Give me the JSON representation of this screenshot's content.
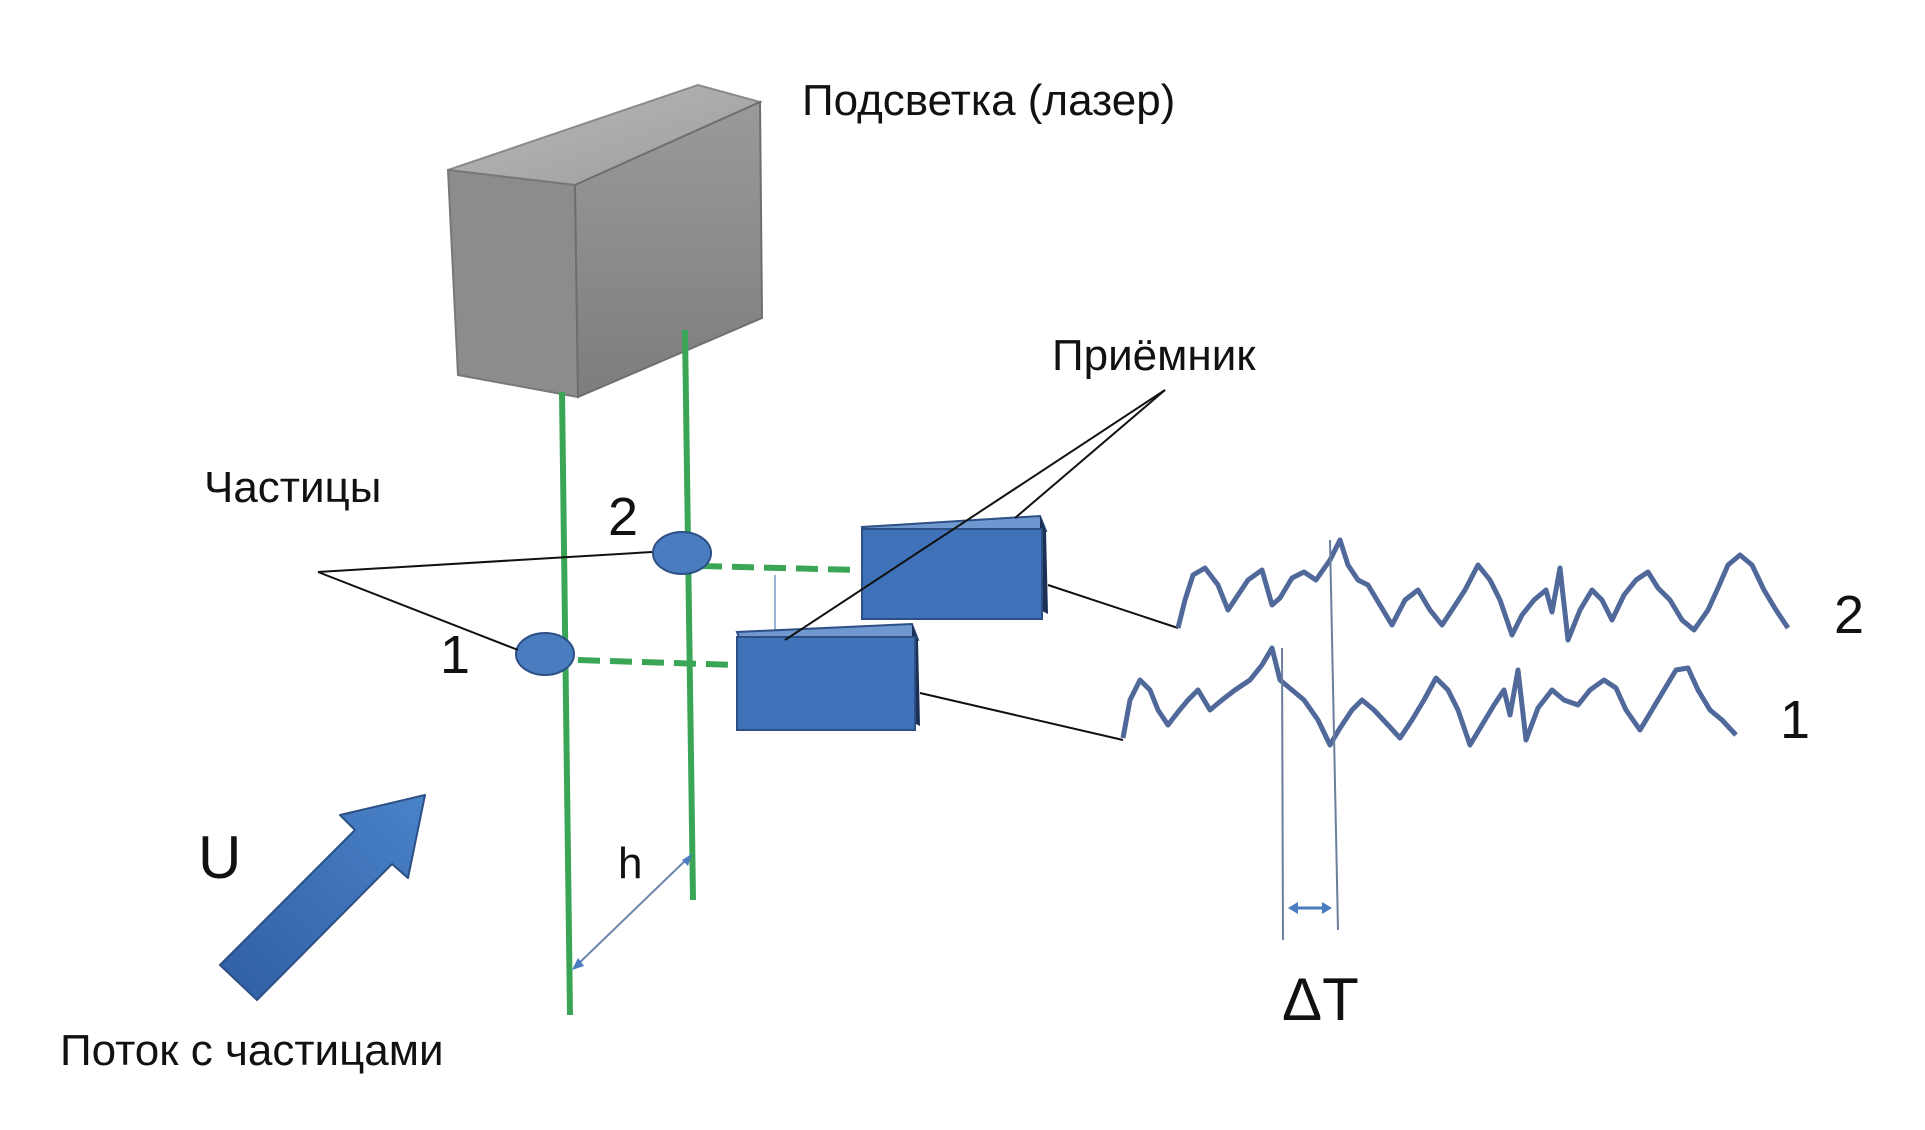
{
  "labels": {
    "laser": "Подсветка (лазер)",
    "receiver": "Приёмник",
    "particles": "Частицы",
    "particle_1": "1",
    "particle_2": "2",
    "flow_velocity": "U",
    "beam_spacing": "h",
    "flow": "Поток с частицами",
    "signal_1": "1",
    "signal_2": "2",
    "time_delay": "ΔT"
  },
  "colors": {
    "laser_body": "#8a8a8a",
    "beam": "#3aa655",
    "receiver": "#3f72b8",
    "particle": "#4a7cc0",
    "signal": "#50699a",
    "arrow": "#3f72b8"
  }
}
